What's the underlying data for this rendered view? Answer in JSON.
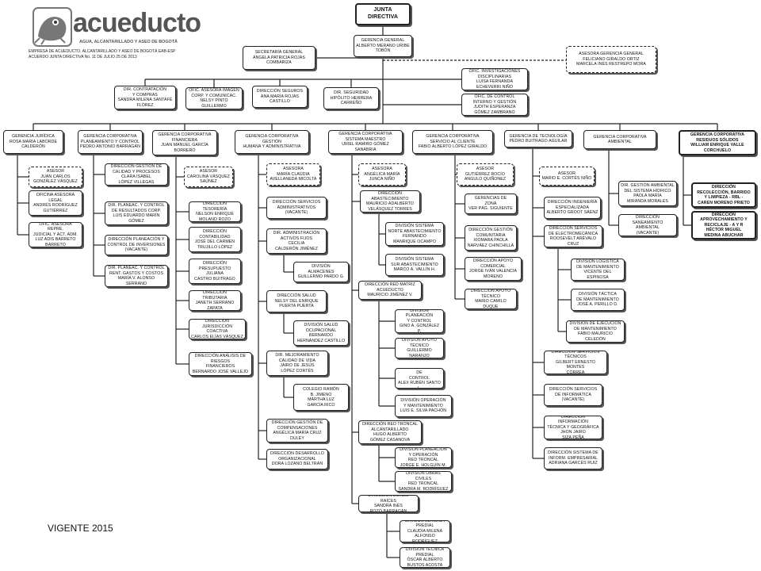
{
  "header": {
    "logo_word": "acueducto",
    "logo_tagline": "AGUA, ALCANTARILLADO Y ASEO DE BOGOTÁ",
    "company_line1": "EMPRESA DE ACUEDUCTO, ALCANTARILLADO Y ASEO DE BOGOTÁ EAB-ESP",
    "company_line2": "ACUERDO JUNTA DIRECTIVA No. 11 DE JULIO 25 DE 2013"
  },
  "footer": {
    "vigente": "VIGENTE 2015"
  },
  "top": {
    "junta": "JUNTA\nDIRECTIVA",
    "gerencia_general": "GERENCIA GENERAL\nALBERTO MERANO URIBE\nTOBÓN",
    "secretaria": "SECRETARÍA GENERAL\nÁNGELA PATRICIA ROJAS\nCOMBARIZA",
    "asesora_gg": "ASESORA GERENCIA GENERAL\nFELICIANO GIRALDO ORTIZ\nMARCELA INÉS RESTREPO MORA",
    "investigaciones": "OFIC. INVESTIGACIONES\nDISCIPLINARIAS\nLUISA FERNANDA\nECHEVERRI NIÑO",
    "control_interno": "OFIC. DE CONTROL\nINTERNO Y GESTIÓN\nJUDITH ESPERANZA\nGÓMEZ ZAMBRANO"
  },
  "staff": [
    "DIR. CONTRATACIÓN\nY COMPRAS\nSANDRA MILENA SANTAFÉ\nFLÓREZ",
    "OFIC. ASESORA IMAGEN\nCORP. Y COMUNICAC.\nNELSY PINTO GUILLERMO",
    "DIRECCIÓN SEGUROS\nANA MARÍA ROJAS\nCASTILLO",
    "DIR. SEGURIDAD\nHIPÓLITO HERRERA\nCARREÑO"
  ],
  "gerencias": [
    "GERENCIA JURÍDICA\nROSA MARÍA LABORDE\nCALDERÓN",
    "GERENCIA CORPORATIVA\nPLANEAMIENTO Y CONTROL\nPEDRO ANTONIO BARRAGÁN",
    "GERENCIA CORPORATIVA\nFINANCIERA\nJUAN MANUEL GARCÍA\nBORRERO",
    "GERENCIA CORPORATIVA\nGESTIÓN\nHUMANA Y ADMINISTRATIVA",
    "GERENCIA CORPORATIVA\nSISTEMA MAESTRO\nURIEL RAMIRO GÓMEZ SANABRIA",
    "GERENCIA CORPORATIVA\nSERVICIO AL CLIENTE\nFABIO ALBERTO LÓPEZ GIRALDO",
    "GERENCIA DE TECNOLOGÍA\nPEDRO BUITRAGO AGUILAR",
    "GERENCIA CORPORATIVA\nAMBIENTAL",
    "GERENCIA CORPORATIVA\nRESIDUOS SÓLIDOS\nWILLIAM ENRIQUE VALLE\nCORCHUELO"
  ],
  "juridica": [
    "ASESOR\nJUAN CARLOS\nGONZÁLEZ VÁSQUEZ",
    "OFICINA ASESORA\nLEGAL\nANDRÉS RODRÍGUEZ\nGUTIÉRREZ",
    "OFIC. ASESORA REPRE.\nJUDICIAL Y ACT. ADM.\nLUZ ADIS BARRETO\nBARRETO"
  ],
  "planeamiento": [
    "DIRECCIÓN GESTIÓN DE\nCALIDAD Y PROCESOS\nCLARA ISABEL\nLÓPEZ VILLEGAS",
    "DIR. PLANEAC. Y CONTROL\nDE RESULTADOS CORP.\nLUIS EDUARDO MARÍN\nGÓMEZ",
    "DIRECCIÓN PLANEACIÓN Y\nCONTROL DE INVERSIONES\n(Vacante)",
    "DIR. PLANEAC. Y CONTROL\nRENT. GASTOS Y COSTOS\nMARÍA V. ALONSO SERRANO"
  ],
  "financiera": [
    "ASESOR\nCAROLINA VÁSQUEZ\nSAÚNEZ",
    "DIRECCIÓN\nTESORERÍA\nNELSON ENRIQUE\nMOLANO ROZO",
    "DIRECCIÓN\nCONTABILIDAD\nJOSÉ DEL CARMEN\nTRUJILLO LÓPEZ",
    "DIRECCIÓN\nPRESUPUESTO\nJULIANA\nCASTRO BUITRAGO",
    "DIRECCIÓN\nTRIBUTARIA\nJANETH SERRANO ZAPATA",
    "DIRECCIÓN JURISDICCIÓN\nCOACTIVA\nCARLOS ELÍAS VÁSQUEZ",
    "DIRECCIÓN ANÁLISIS DE\nRIESGOS\nFINANCIEROS\nBERNARDO JOSÉ VALLEJO"
  ],
  "humana": [
    "ASESORA\nMARÍA CLAUDIA\nAVELLANEDA MICOLTA",
    "DIRECCIÓN SERVICIOS\nADMINISTRATIVOS\n(Vacante)",
    "DIR. ADMINISTRACIÓN\nACTIVOS FIJOS\nCECILIA\nCALDERÓN JIMÉNEZ",
    "DIVISIÓN\nALMACENES\nGUILLERMO PARDO G.",
    "DIRECCIÓN SALUD\nNELSY DEL ENRIQUE\nPUERTA PUERTA",
    "DIVISIÓN SALUD\nOCUPACIONAL\nBERNARDO\nHERNÁNDEZ CASTILLO",
    "DIR. MEJORAMIENTO\nCALIDAD DE VIDA\nJAIRO DE JESÚS\nLÓPEZ CORTÉS",
    "COLEGIO RAMÓN\nB. JIMENO\nMARTHA LUZ\nGARCÍA RICO",
    "DIRECCIÓN GESTIÓN DE\nCOMPENSACIONES\nANGÉLICA MARÍA CRUZ\nDULEY",
    "DIRECCIÓN DESARROLLO\nORGANIZACIONAL\nDORA LOZANO BELTRÁN"
  ],
  "maestro": [
    "ASESORA\nANGÉLICA MARÍA\nJUNCA NIÑO",
    "DIRECCIÓN\nABASTECIMIENTO\nMAURICIO ADALBERTO\nVELÁSQUEZ TORRES",
    "DIVISIÓN SISTEMA\nNORTE ABASTECIMIENTO\nFERNANDO\nMANRIQUE OCAMPO",
    "DIVISIÓN SISTEMA\nSUR ABASTECIMIENTO\nMARCO A. VALLÍN H.",
    "DIRECCIÓN RED MATRIZ\nACUEDUCTO\nMAURICIO JIMÉNEZ V.",
    "DIVISIÓN PLANEACIÓN\nY CONTROL\nGINO A. GONZÁLEZ P.",
    "DIVISIÓN APOYO\nTÉCNICO\nGUILLERMO NARANJO",
    "DIVISIÓN CENTRO DE\nCONTROL\nALEX RUBÉN SANTO L.",
    "DIVISIÓN OPERACIÓN\nY MANTENIMIENTO\nLUIS E. SILVA PACHÓN",
    "DIRECCIÓN RED TRONCAL\nALCANTARILLADO\nHUGO ALBERTO\nGÓMEZ CASANOVA",
    "DIVISIÓN PLANEACIÓN\nY OPERACIÓN\nRED TRONCAL\nJORGE E. HOLGUÍN M.",
    "DIVISIÓN OBRAS\nCIVILES\nRED TRONCAL\nSANDRA M. RODRÍGUEZ",
    "DIRECCIÓN BIENES\nRAÍCES\nSANDRA INÉS\nROZO BARRAGÁN",
    "DIVISIÓN JURÍDICA\nPREDIAL\nCLAUDIA MILENA\nALFONSO RODRÍGUEZ",
    "DIVISIÓN TÉCNICA\nPREDIAL\nÓSCAR ALBERTO\nBUSTOS ACOSTA"
  ],
  "cliente": [
    "ASESOR\nGUTIÉRREZ ROCÍO\nANGULO QUIÑONEZ",
    "GERENCIAS DE\nZONA\nVer pág. siguiente",
    "DIRECCIÓN GESTIÓN\nCOMUNITARIA\nXIOMARA PAOLA\nNARVÁEZ CHINCHILLA",
    "DIRECCIÓN APOYO\nCOMERCIAL\nJORGE IVÁN VALENCIA\nMORENO",
    "DIRECCIÓN APOYO\nTÉCNICO\nMARIO CAMILO DUQUE"
  ],
  "tecnologia": [
    "ASESOR\nMARIO E. CORTÉS NIÑO",
    "DIRECCIÓN INGENIERÍA\nESPECIALIZADA\nALBERTO GROOT SÁENZ",
    "DIRECCIÓN SERVICIOS\nDE ELECTROMECÁNICA\nROOSEVELT ARÉVALO CRUZ",
    "DIVISIÓN LOGÍSTICA\nDE MANTENIMIENTO\nVICENTE DEL ESPINOSA",
    "DIVISIÓN TÁCTICA\nDE MANTENIMIENTO\nJOSÉ A. PERILLO D.",
    "DIVISIÓN DE EJECUCIÓN\nDE MANTENIMIENTO\nFABIO MAURICIO CELEDÓN",
    "DIRECCIÓN SERVICIOS\nTÉCNICOS\nGILBERT ERNESTO MONTES\nCORREA",
    "DIRECCIÓN SERVICIOS\nDE INFORMÁTICA\n(Vacante)",
    "DIRECCIÓN INFORMACIÓN\nTÉCNICA Y GEOGRÁFICA\nJHON JAIRO\nSIZA PEÑA",
    "DIRECCIÓN SISTEMA DE\nINFORM. EMPRESARIAL\nADRIANA GARCÉS RUIZ"
  ],
  "ambiental": [
    "DIR. GESTIÓN AMBIENTAL\nDEL SISTEMA HÍDRICO\nPAOLA MARÍA\nMIRANDA MORALES",
    "DIRECCIÓN SANEAMIENTO\nAMBIENTAL\n(Vacante)"
  ],
  "residuos": [
    "DIRECCIÓN\nRECOLECCIÓN, BARRIDO\nY LIMPIEZA - RBL -\nCAREN MORENO PRIETO",
    "DIRECCIÓN\nAPROVECHAMIENTO Y\nRECICLAJE - A y R\nHÉCTOR MIGUEL\nMEDINA ABUCHAR"
  ]
}
